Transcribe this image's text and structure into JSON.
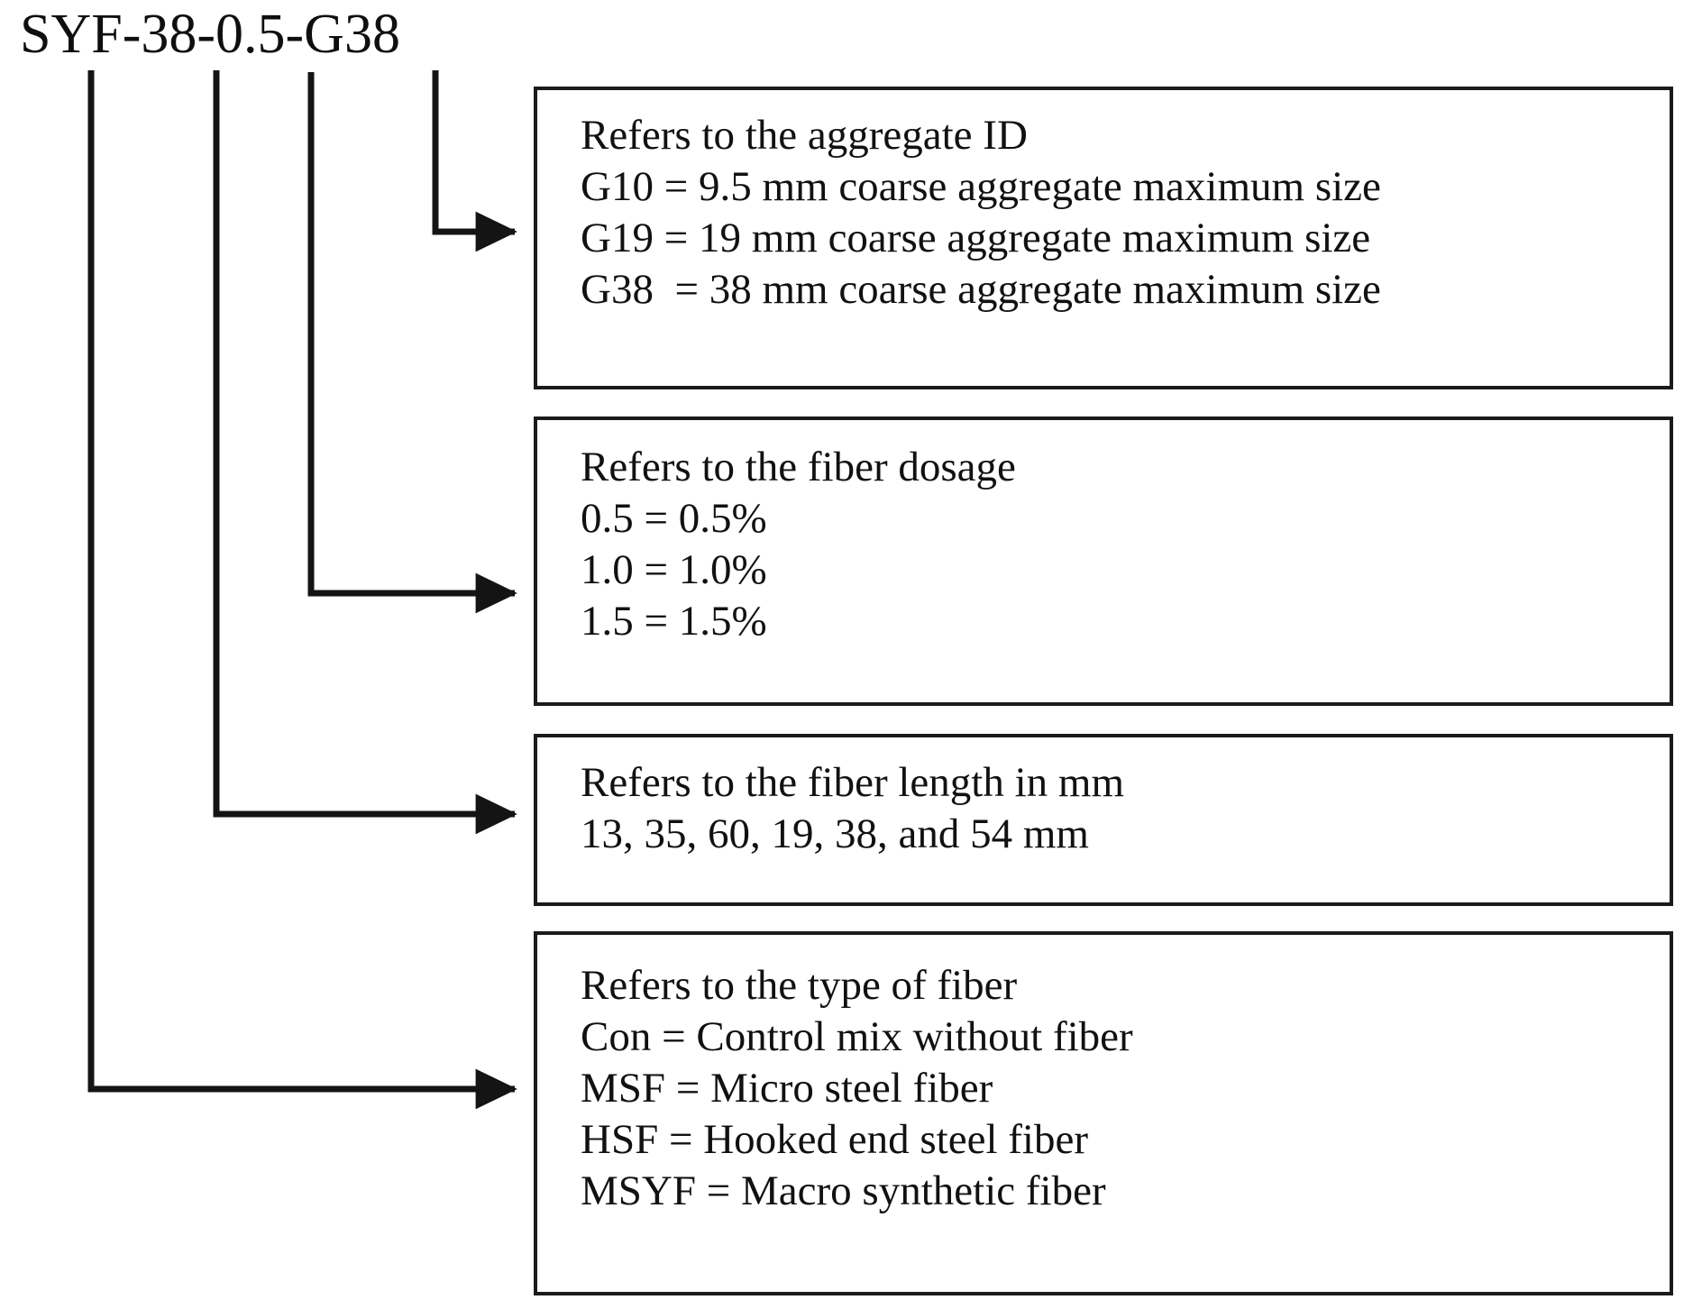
{
  "diagram": {
    "mix_id": "SYF-38-0.5-G38",
    "callouts": [
      {
        "name": "aggregate-id",
        "lines": [
          "Refers to the aggregate ID",
          "G10 = 9.5 mm coarse aggregate maximum size",
          "G19 = 19 mm coarse aggregate maximum size",
          "G38  = 38 mm coarse aggregate maximum size"
        ]
      },
      {
        "name": "fiber-dosage",
        "lines": [
          "Refers to the fiber dosage",
          "0.5 = 0.5%",
          "1.0 = 1.0%",
          "1.5 = 1.5%"
        ]
      },
      {
        "name": "fiber-length",
        "lines": [
          "Refers to the fiber length in mm",
          "13, 35, 60, 19, 38, and 54 mm"
        ]
      },
      {
        "name": "fiber-type",
        "lines": [
          "Refers to the type of fiber",
          "Con = Control mix without fiber",
          "MSF = Micro steel fiber",
          "HSF = Hooked end steel fiber",
          "MSYF = Macro synthetic fiber"
        ]
      }
    ],
    "colors": {
      "line": "#1b1b1b",
      "text": "#111111",
      "background": "#ffffff"
    }
  }
}
